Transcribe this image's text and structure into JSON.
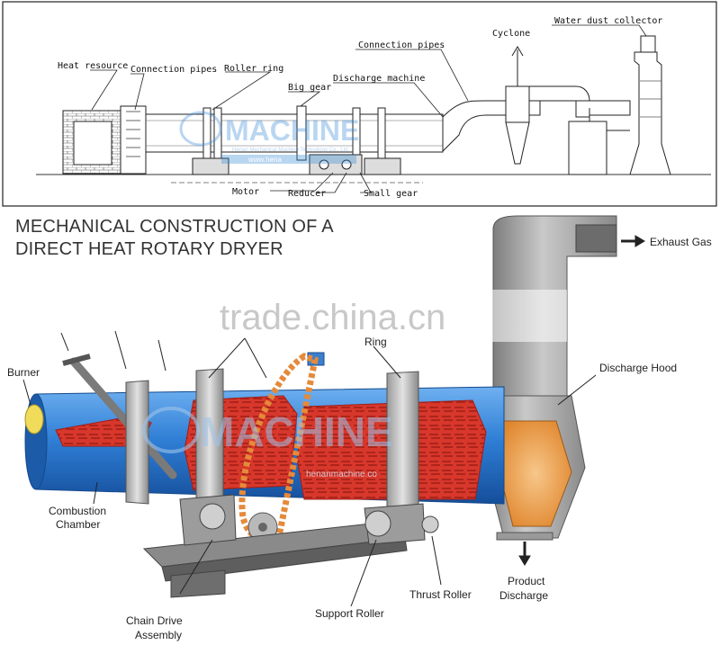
{
  "top_diagram": {
    "labels": {
      "heat_resource": "Heat resource",
      "connection_pipes_1": "Connection pipes",
      "roller_ring": "Roller ring",
      "big_gear": "Big gear",
      "discharge_machine": "Discharge machine",
      "connection_pipes_2": "Connection pipes",
      "cyclone": "Cyclone",
      "water_dust_collector": "Water dust collector",
      "motor": "Motor",
      "reducer": "Reducer",
      "small_gear": "Small gear"
    },
    "watermark_brand": "MACHINE",
    "watermark_sub": "Henan Mechanical Machine Technology Co., Ltd.",
    "watermark_url": "www.hena"
  },
  "bottom_diagram": {
    "title_line1": "MECHANICAL CONSTRUCTION OF A",
    "title_line2": "DIRECT HEAT ROTARY DRYER",
    "labels": {
      "exhaust_gas": "Exhaust Gas",
      "burner": "Burner",
      "ring": "Ring",
      "discharge_hood": "Discharge Hood",
      "combustion_chamber_1": "Combustion",
      "combustion_chamber_2": "Chamber",
      "chain_drive_1": "Chain Drive",
      "chain_drive_2": "Assembly",
      "support_roller": "Support Roller",
      "thrust_roller": "Thrust Roller",
      "product_discharge_1": "Product",
      "product_discharge_2": "Discharge"
    },
    "watermark_trade": "trade.china.cn",
    "watermark_brand": "MACHINE",
    "watermark_url": "henanmachine.co"
  },
  "colors": {
    "drum_blue": "#2f7fd6",
    "material_red": "#d8372b",
    "hood_gray": "#8e8e8e",
    "chain_orange": "#e58a3a"
  }
}
